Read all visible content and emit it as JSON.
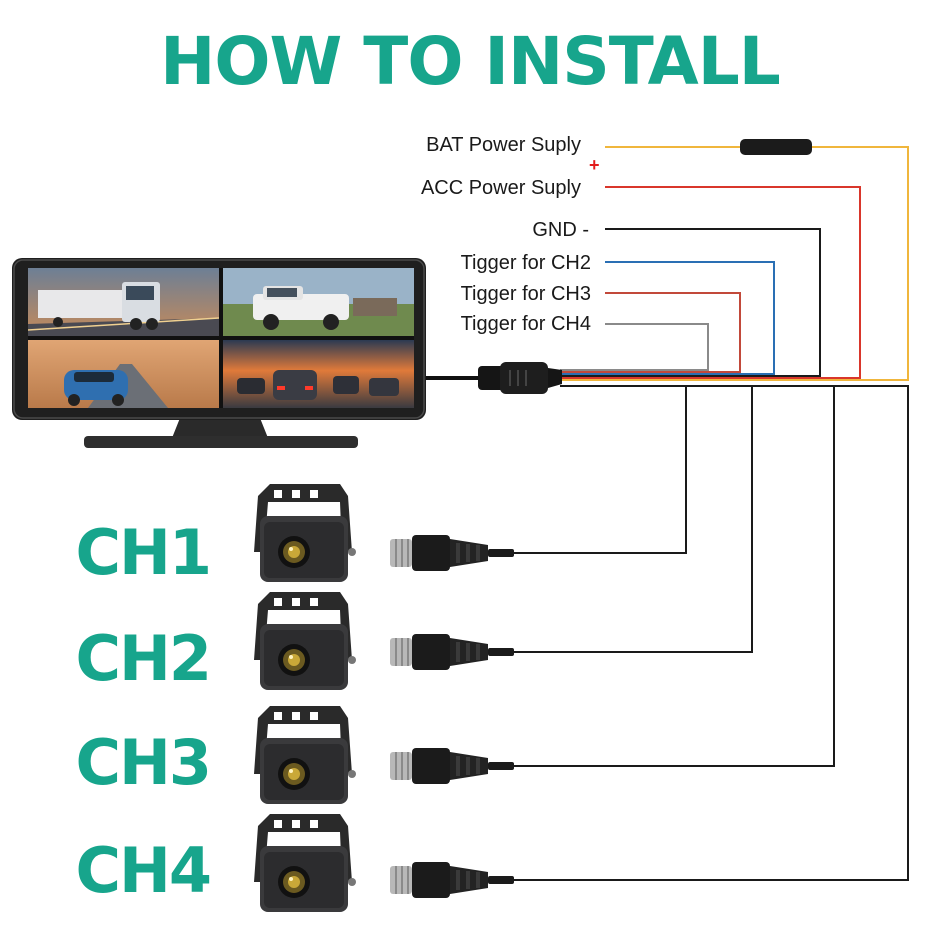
{
  "title": "HOW TO INSTALL",
  "wires": {
    "bat": "BAT Power Suply",
    "acc": "ACC Power Suply",
    "plus_sign": "+",
    "gnd": "GND -",
    "ch2": "Tigger for CH2",
    "ch3": "Tigger for CH3",
    "ch4": "Tigger for CH4"
  },
  "channels": [
    "CH1",
    "CH2",
    "CH3",
    "CH4"
  ],
  "colors": {
    "accent": "#17a58c",
    "bat_wire": "#f0b63c",
    "acc_wire": "#d9362b",
    "gnd_wire": "#1a1a1a",
    "ch2_wire": "#2a6fb4",
    "ch3_wire": "#c2493a",
    "ch4_wire": "#8a8a8a"
  }
}
